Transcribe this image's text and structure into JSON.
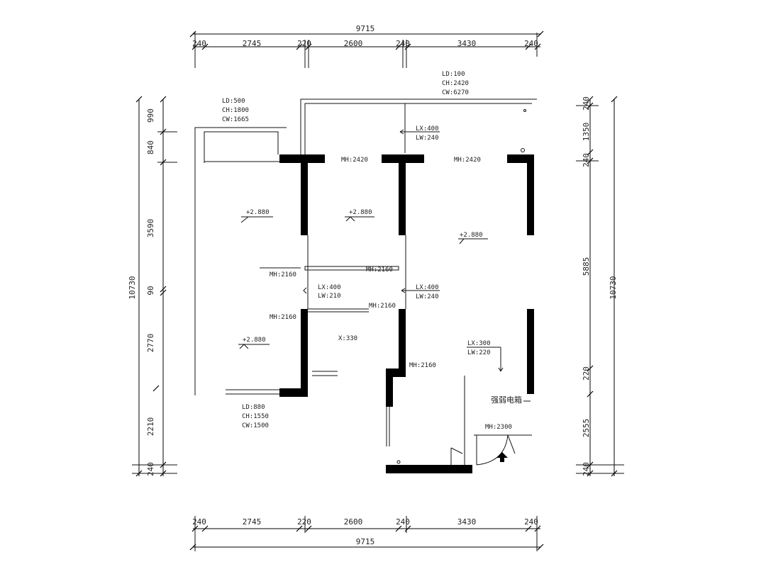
{
  "dimensions": {
    "total_width": "9715",
    "total_height": "10730",
    "top_segments": [
      "240",
      "2745",
      "220",
      "2600",
      "240",
      "3430",
      "240"
    ],
    "bottom_segments": [
      "240",
      "2745",
      "220",
      "2600",
      "240",
      "3430",
      "240"
    ],
    "left_segments": [
      "990",
      "840",
      "3590",
      "90",
      "2770",
      "2210",
      "240"
    ],
    "right_segments": [
      "240",
      "1350",
      "240",
      "5885",
      "220",
      "2555",
      "240"
    ]
  },
  "annotations": {
    "window_top_right": [
      "LD:100",
      "CH:2420",
      "CW:6270"
    ],
    "window_top_left": [
      "LD:500",
      "CH:1800",
      "CW:1665"
    ],
    "window_bottom_left": [
      "LD:880",
      "CH:1550",
      "CW:1500"
    ],
    "beam_top": [
      "LX:400",
      "LW:240"
    ],
    "beam_mid_left": [
      "LX:400",
      "LW:210"
    ],
    "beam_mid_right": [
      "LX:400",
      "LW:240"
    ],
    "beam_right": [
      "LX:300",
      "LW:220"
    ],
    "door_heights": {
      "top_mid": "MH:2420",
      "top_right": "MH:2420",
      "mid_left": "MH:2160",
      "mid_center": "MH:2160",
      "bathroom": "MH:2160",
      "bedroom_bottom": "MH:2160",
      "kitchen": "MH:2160",
      "entry": "MH:2300"
    },
    "levels": {
      "room_top_left": "+2.880",
      "room_top_mid": "+2.880",
      "living": "+2.880",
      "room_bottom_left": "+2.880"
    },
    "misc_x": "X:330",
    "electric_box": "强弱电箱"
  }
}
